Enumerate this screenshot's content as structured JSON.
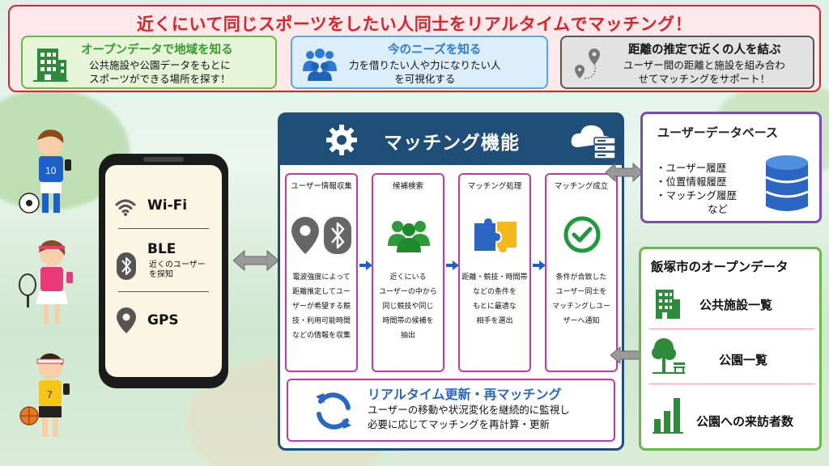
{
  "banner": {
    "title": "近くにいて同じスポーツをしたい人同士をリアルタイムでマッチング！",
    "features": [
      {
        "heading": "オープンデータで地域を知る",
        "line1": "公共施設や公園データをもとに",
        "line2": "スポーツができる場所を探す！",
        "icon": "building-icon",
        "color": "#3a9a2e"
      },
      {
        "heading": "今のニーズを知る",
        "line1": "力を借りたい人や力になりたい人",
        "line2": "を可視化する",
        "icon": "people-group-icon",
        "color": "#2b7bd6"
      },
      {
        "heading": "距離の推定で近くの人を結ぶ",
        "line1": "ユーザー間の距離と施設を組み合わ",
        "line2": "せてマッチングをサポート！",
        "icon": "route-pin-icon",
        "color": "#111111"
      }
    ]
  },
  "phone": {
    "wifi": "Wi-Fi",
    "ble": "BLE",
    "ble_sub1": "近くのユーザー",
    "ble_sub2": "を探知",
    "gps": "GPS"
  },
  "matching": {
    "title": "マッチング機能",
    "steps": [
      {
        "title": "ユーザー情報収集",
        "lines": [
          "電波強度によって",
          "距離推定してユー",
          "ザーが希望する競",
          "技・利用可能時間",
          "などの情報を収集"
        ]
      },
      {
        "title": "候補検索",
        "lines": [
          "近くにいる",
          "ユーザーの中から",
          "同じ競技や同じ",
          "時間帯の候補を",
          "抽出"
        ]
      },
      {
        "title": "マッチング処理",
        "lines": [
          "距離・競技・時間帯",
          "などの条件を",
          "もとに最適な",
          "相手を選出"
        ]
      },
      {
        "title": "マッチング成立",
        "lines": [
          "条件が合致した",
          "ユーザー同士を",
          "マッチングしユー",
          "ザーへ通知"
        ]
      }
    ],
    "update": {
      "title": "リアルタイム更新・再マッチング",
      "line1": "ユーザーの移動や状況変化を継続的に監視し",
      "line2": "必要に応じてマッチングを再計算・更新"
    }
  },
  "user_db": {
    "title": "ユーザーデータベース",
    "items": [
      "・ユーザー履歴",
      "・位置情報履歴",
      "・マッチング履歴",
      "など"
    ]
  },
  "open_data": {
    "title": "飯塚市のオープンデータ",
    "items": [
      "公共施設一覧",
      "公園一覧",
      "公園への来訪者数"
    ],
    "color": "#3a9a2e"
  },
  "colors": {
    "banner_red": "#d9232d",
    "navy": "#1f4e79",
    "magenta": "#c13aa8",
    "purple": "#7b4bb8",
    "green": "#6bb844",
    "blue": "#2b66c2"
  }
}
